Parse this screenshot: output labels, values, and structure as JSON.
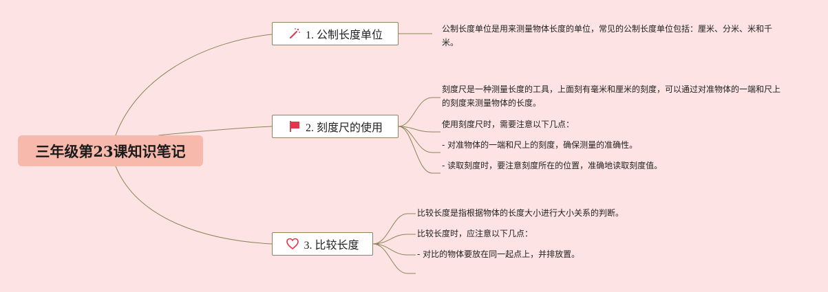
{
  "root": {
    "title": "三年级第23课知识笔记"
  },
  "topics": [
    {
      "label": "1. 公制长度单位",
      "icon": "magic-wand-icon"
    },
    {
      "label": "2. 刻度尺的使用",
      "icon": "red-flag-icon"
    },
    {
      "label": "3. 比较长度",
      "icon": "heart-icon"
    }
  ],
  "notes": {
    "t1": [
      "公制长度单位是用来测量物体长度的单位，常见的公制长度单位包括：厘米、分米、米和千米。"
    ],
    "t2": [
      "刻度尺是一种测量长度的工具，上面刻有毫米和厘米的刻度，可以通过对准物体的一端和尺上的刻度来测量物体的长度。",
      "使用刻度尺时，需要注意以下几点：",
      "- 对准物体的一端和尺上的刻度，确保测量的准确性。",
      "- 读取刻度时，要注意刻度所在的位置，准确地读取刻度值。"
    ],
    "t3": [
      "比较长度是指根据物体的长度大小进行大小关系的判断。",
      "比较长度时，应注意以下几点：",
      "- 对比的物体要放在同一起点上，并排放置。",
      ""
    ]
  },
  "colors": {
    "background": "#fde3e3",
    "root_fill": "#f6b9ac",
    "connector": "#8c8459",
    "topic_border": "#8c8459",
    "icon_accent": "#e0354a"
  }
}
